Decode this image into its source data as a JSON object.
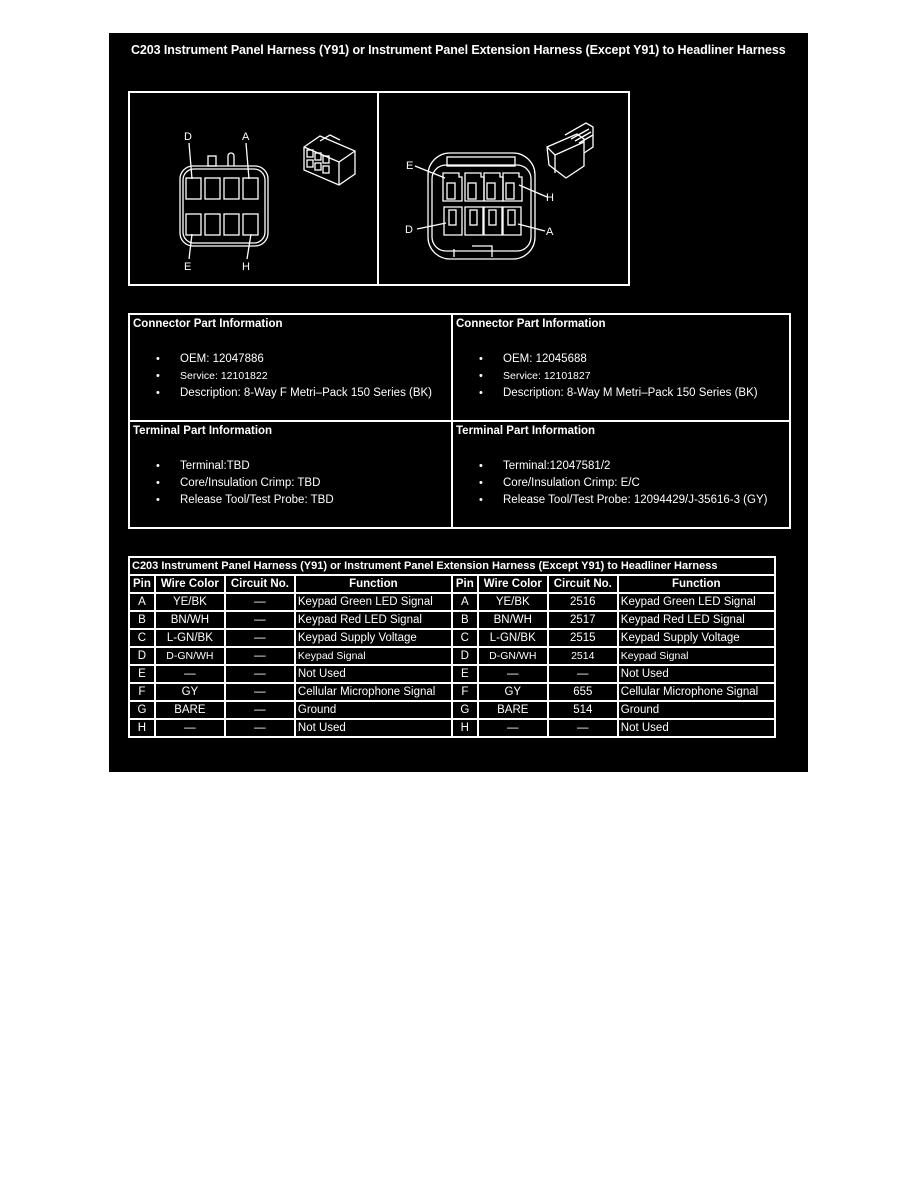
{
  "page": {
    "title": "C203 Instrument Panel Harness (Y91) or Instrument Panel Extension Harness (Except Y91) to Headliner Harness"
  },
  "diagrams": {
    "female": {
      "labels": {
        "top_left": "D",
        "top_right": "A",
        "bottom_left": "E",
        "bottom_right": "H"
      },
      "icon": "connector-face-female"
    },
    "male": {
      "labels": {
        "top_left": "E",
        "top_right": "H",
        "bottom_left": "D",
        "bottom_right": "A"
      },
      "icon": "connector-face-male"
    }
  },
  "connector_info": {
    "left": {
      "heading": "Connector Part Information",
      "items": [
        "OEM: 12047886",
        "Service: 12101822",
        "Description: 8-Way F Metri–Pack 150 Series (BK)"
      ]
    },
    "right": {
      "heading": "Connector Part Information",
      "items": [
        "OEM: 12045688",
        "Service: 12101827",
        "Description: 8-Way M Metri–Pack 150 Series (BK)"
      ]
    }
  },
  "terminal_info": {
    "left": {
      "heading": "Terminal Part Information",
      "items": [
        "Terminal:TBD",
        "Core/Insulation Crimp: TBD",
        "Release Tool/Test Probe: TBD"
      ]
    },
    "right": {
      "heading": "Terminal Part Information",
      "items": [
        "Terminal:12047581/2",
        "Core/Insulation Crimp: E/C",
        "Release Tool/Test Probe: 12094429/J-35616-3 (GY)"
      ]
    }
  },
  "pin_table": {
    "caption": "C203 Instrument Panel Harness (Y91) or Instrument Panel Extension Harness (Except Y91) to Headliner Harness",
    "headers": [
      "Pin",
      "Wire Color",
      "Circuit No.",
      "Function",
      "Pin",
      "Wire Color",
      "Circuit No.",
      "Function"
    ],
    "rows": [
      [
        "A",
        "YE/BK",
        "—",
        "Keypad Green LED Signal",
        "A",
        "YE/BK",
        "2516",
        "Keypad Green LED Signal"
      ],
      [
        "B",
        "BN/WH",
        "—",
        "Keypad Red LED Signal",
        "B",
        "BN/WH",
        "2517",
        "Keypad Red LED Signal"
      ],
      [
        "C",
        "L-GN/BK",
        "—",
        "Keypad Supply Voltage",
        "C",
        "L-GN/BK",
        "2515",
        "Keypad Supply Voltage"
      ],
      [
        "D",
        "D-GN/WH",
        "—",
        "Keypad Signal",
        "D",
        "D-GN/WH",
        "2514",
        "Keypad Signal"
      ],
      [
        "E",
        "—",
        "—",
        "Not Used",
        "E",
        "—",
        "—",
        "Not Used"
      ],
      [
        "F",
        "GY",
        "—",
        "Cellular Microphone Signal",
        "F",
        "GY",
        "655",
        "Cellular Microphone Signal"
      ],
      [
        "G",
        "BARE",
        "—",
        "Ground",
        "G",
        "BARE",
        "514",
        "Ground"
      ],
      [
        "H",
        "—",
        "—",
        "Not Used",
        "H",
        "—",
        "—",
        "Not Used"
      ]
    ]
  }
}
